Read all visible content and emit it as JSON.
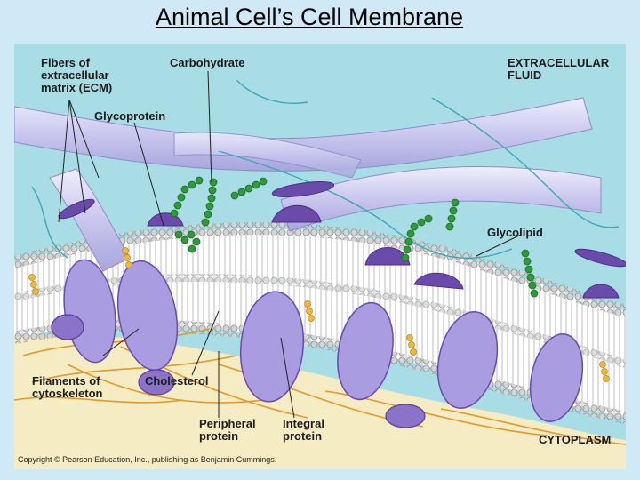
{
  "title": "Animal Cell’s Cell Membrane",
  "labels": {
    "ecm": "Fibers of\nextracellular\nmatrix (ECM)",
    "carbohydrate": "Carbohydrate",
    "glycoprotein": "Glycoprotein",
    "extracellular": "EXTRACELLULAR\nFLUID",
    "glycolipid": "Glycolipid",
    "filaments": "Filaments of\ncytoskeleton",
    "cholesterol": "Cholesterol",
    "peripheral": "Peripheral\nprotein",
    "integral": "Integral\nprotein",
    "cytoplasm": "CYTOPLASM"
  },
  "copyright": "Copyright © Pearson Education, Inc., publishing as Benjamin Cummings.",
  "colors": {
    "extracellular": "#a9dde6",
    "cytoplasm": "#f6ecc4",
    "phospholipid_head": "#d4d4d4",
    "protein": "#a99ce0",
    "protein_dark": "#6a4aaa",
    "carbohydrate_chain": "#2e9a3c",
    "cholesterol": "#f2b63a",
    "ecm_fiber": "#c9c7ee",
    "cytoskeleton": "#e09a2c"
  }
}
